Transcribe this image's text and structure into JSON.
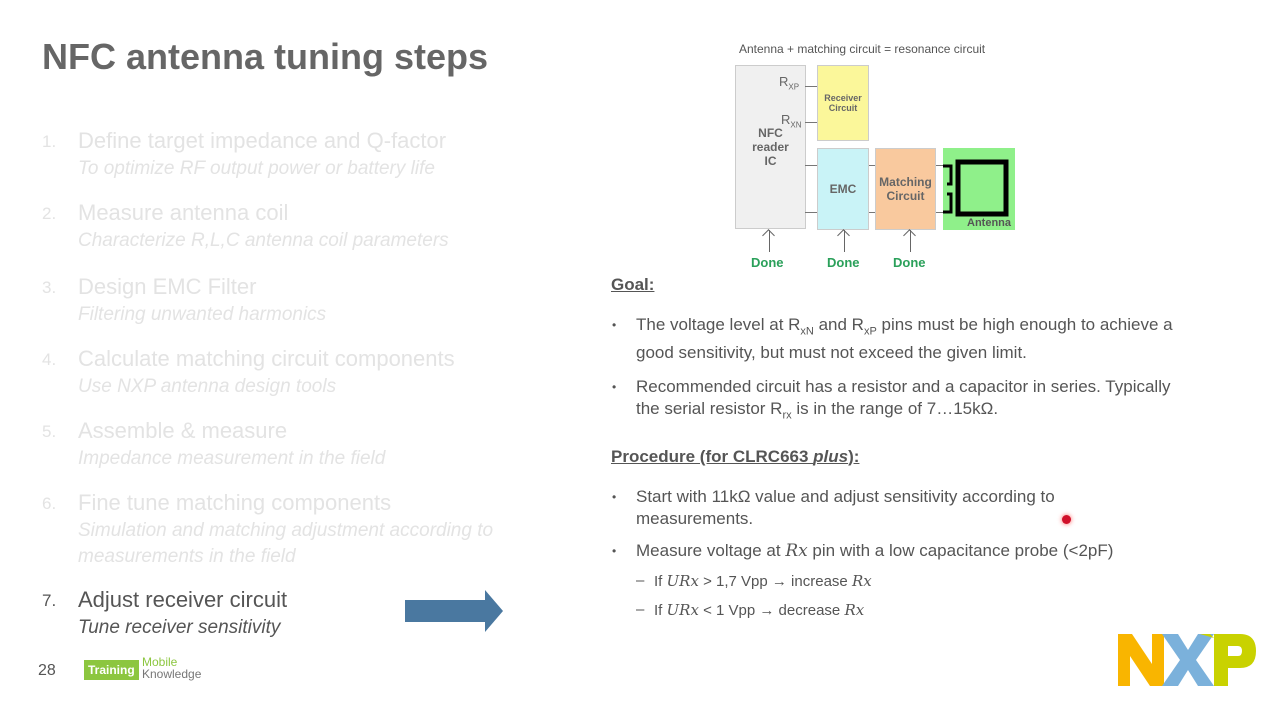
{
  "title": "NFC antenna tuning steps",
  "steps": [
    {
      "num": "1.",
      "title": "Define target impedance and Q-factor",
      "subtitle": "To optimize RF output power or battery life"
    },
    {
      "num": "2.",
      "title": "Measure antenna coil",
      "subtitle": "Characterize R,L,C antenna coil parameters"
    },
    {
      "num": "3.",
      "title": "Design EMC Filter",
      "subtitle": "Filtering unwanted harmonics"
    },
    {
      "num": "4.",
      "title": "Calculate matching circuit components",
      "subtitle": "Use NXP antenna design tools"
    },
    {
      "num": "5.",
      "title": "Assemble & measure",
      "subtitle": "Impedance measurement in the field"
    },
    {
      "num": "6.",
      "title": "Fine tune matching components",
      "subtitle": "Simulation and matching adjustment according to measurements in the field"
    },
    {
      "num": "7.",
      "title": "Adjust receiver circuit",
      "subtitle": "Tune receiver sensitivity"
    }
  ],
  "diagram": {
    "caption": "Antenna + matching circuit = resonance circuit",
    "rxp": "R",
    "rxp_sub": "XP",
    "rxn": "R",
    "rxn_sub": "XN",
    "ic": "NFC reader IC",
    "receiver": "Receiver Circuit",
    "emc": "EMC",
    "matching": "Matching Circuit",
    "antenna": "Antenna",
    "done": [
      "Done",
      "Done",
      "Done"
    ]
  },
  "goal": {
    "heading": "Goal:",
    "b1a": "The voltage level at R",
    "b1s1": "xN",
    "b1b": " and R",
    "b1s2": "xP",
    "b1c": " pins must be high enough to achieve a good sensitivity, but must not exceed the given limit.",
    "b2a": "Recommended circuit has a resistor and a capacitor in series. Typically the serial resistor R",
    "b2s": "rx",
    "b2b": " is in the range of 7…15kΩ."
  },
  "procedure": {
    "heading": "Procedure (for CLRC663 ",
    "heading_em": "plus",
    "heading_end": "):",
    "b1": "Start with 11kΩ value and adjust sensitivity according to measurements.",
    "b2a": "Measure voltage at ",
    "b2m": "Rx",
    "b2b": " pin with a low capacitance probe (<2pF)",
    "s1a": "If ",
    "s1m": "URx",
    "s1b": " > 1,7 Vpp → increase ",
    "s1m2": "Rx",
    "s2a": "If ",
    "s2m": "URx",
    "s2b": " < 1 Vpp → decrease ",
    "s2m2": "Rx"
  },
  "footer": {
    "page": "28",
    "logo_training": "Training",
    "logo_mobile": "Mobile",
    "logo_knowledge": "Knowledge",
    "nxp": "NXP"
  },
  "colors": {
    "receiver": "#fbf79a",
    "emc": "#c9f3f7",
    "matching": "#f9c99e",
    "antenna": "#8ff08a",
    "done": "#2aa05a",
    "arrow": "#4a78a0"
  }
}
